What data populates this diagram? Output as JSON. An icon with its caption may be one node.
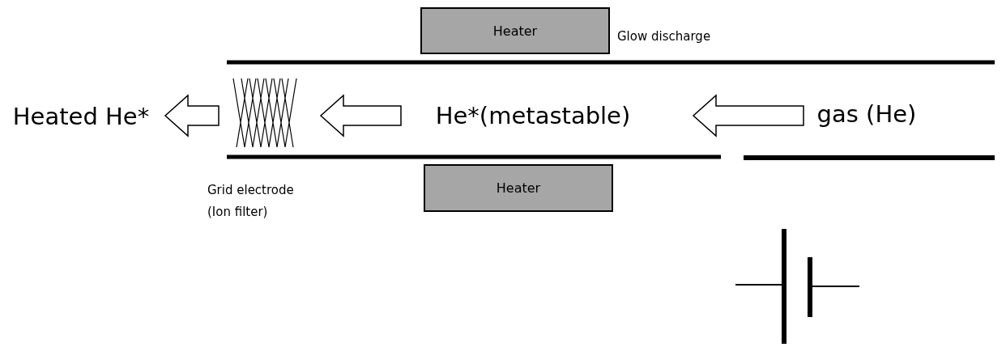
{
  "diagram": {
    "nodes": [
      {
        "text": [
          "Heater"
        ]
      },
      {
        "text": [
          "Heater"
        ]
      },
      {
        "text": [
          "Heated He*"
        ]
      },
      {
        "text": [],
        "shape": "picture",
        "beside": [
          "Grid electrode (Ion filter)"
        ]
      },
      {
        "text": [
          "He*(metastable)"
        ]
      },
      {
        "text": [
          "gas (He)"
        ]
      }
    ],
    "edges": [
      {
        "from": 5,
        "to": 4,
        "arrow": "to"
      },
      {
        "from": 4,
        "to": 3,
        "arrow": "to"
      },
      {
        "from": 3,
        "to": 2,
        "arrow": "to"
      }
    ],
    "labels": [
      "Glow discharge"
    ]
  }
}
